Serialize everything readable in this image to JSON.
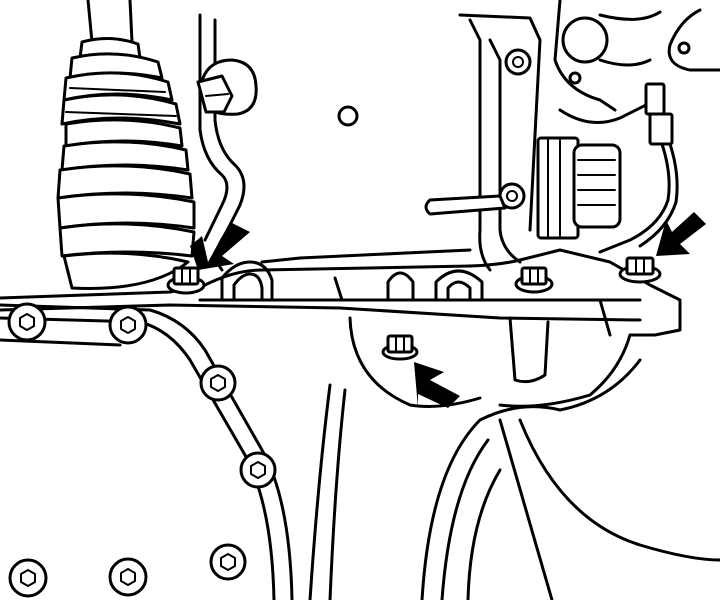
{
  "colors": {
    "line": "#000000",
    "background": "#ffffff",
    "arrow": "#000000"
  },
  "callouts": [
    {
      "icon": "arrow-icon",
      "target": "bolt",
      "direction": "down-left"
    },
    {
      "icon": "arrow-icon",
      "target": "bolt",
      "direction": "up-left"
    },
    {
      "icon": "arrow-icon",
      "target": "bolt",
      "direction": "down-left"
    }
  ]
}
